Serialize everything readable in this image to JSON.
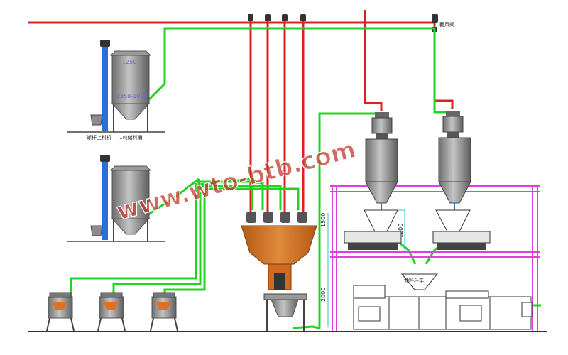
{
  "diagram": {
    "valve_label": "截风阀",
    "hopper_1_label_a": "螺杆上料机",
    "hopper_1_label_b": "1吨储料桶",
    "hopper_1_cap_top": "1250",
    "hopper_1_cap_mid": "1358-1000",
    "dim_1500": "1500",
    "dim_2000": "2000",
    "dim_1200": "1200",
    "mixer_label": "储料斗车",
    "watermark": "www.wto-btb.com"
  },
  "colors": {
    "vacuum_line": "#e02020",
    "material_line": "#22d422",
    "frame": "#e040e0",
    "steel": "#8c8c8c",
    "blender": "#d2691e",
    "conveyor": "#2a6fd6",
    "dim_line": "#20c8c8"
  }
}
